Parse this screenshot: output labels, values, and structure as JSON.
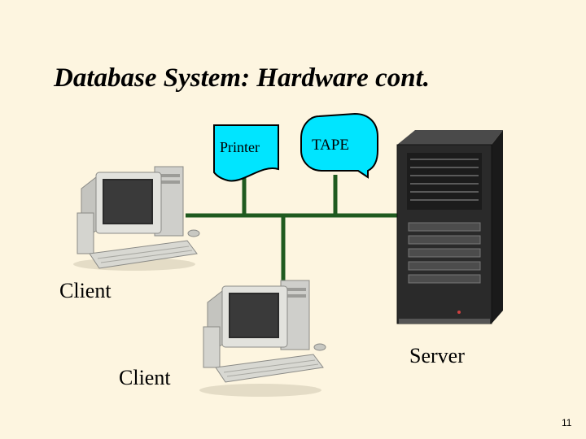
{
  "slide": {
    "title": "Database System: Hardware cont.",
    "page_number": "11"
  },
  "diagram": {
    "nodes": {
      "printer": {
        "label": "Printer"
      },
      "tape": {
        "label": "TAPE"
      },
      "client_1": {
        "label": "Client"
      },
      "client_2": {
        "label": "Client"
      },
      "server": {
        "label": "Server"
      }
    },
    "connections": [
      {
        "from": "client_1",
        "to": "bus"
      },
      {
        "from": "printer",
        "to": "bus"
      },
      {
        "from": "tape",
        "to": "bus"
      },
      {
        "from": "server",
        "to": "bus"
      },
      {
        "from": "client_2",
        "to": "bus"
      }
    ]
  },
  "colors": {
    "background": "#fdf5e0",
    "network_line": "#1f5a1f",
    "printer_fill": "#00e5ff",
    "tape_fill": "#00e5ff",
    "server_body": "#2a2a2a"
  },
  "icons": {
    "client": "desktop-computer-icon",
    "server": "tower-server-icon",
    "printer": "document-shape",
    "tape": "tape-callout-shape"
  }
}
